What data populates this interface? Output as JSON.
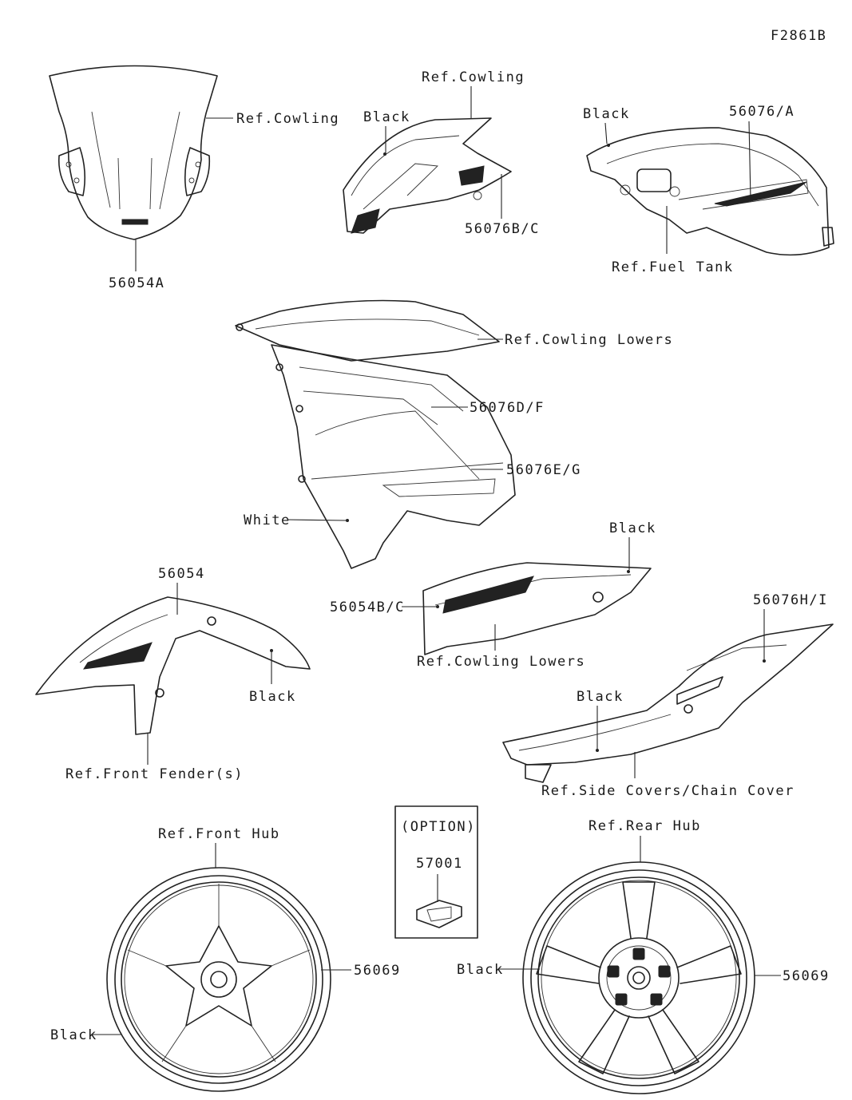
{
  "figure_id": "F2861B",
  "windscreen": {
    "ref": "Ref.Cowling",
    "part": "56054A"
  },
  "upper_cowl": {
    "ref": "Ref.Cowling",
    "color": "Black",
    "part": "56076B/C"
  },
  "fuel_tank": {
    "color": "Black",
    "part": "56076/A",
    "ref": "Ref.Fuel Tank"
  },
  "side_cowl": {
    "ref": "Ref.Cowling Lowers",
    "part_upper": "56076D/F",
    "part_lower": "56076E/G",
    "color": "White"
  },
  "front_fender": {
    "part": "56054",
    "color": "Black",
    "ref": "Ref.Front Fender(s)"
  },
  "under_cowl": {
    "color": "Black",
    "part": "56054B/C",
    "ref": "Ref.Cowling Lowers"
  },
  "tail_cover": {
    "part": "56076H/I",
    "color": "Black",
    "ref": "Ref.Side Covers/Chain Cover"
  },
  "option_box": {
    "title": "(OPTION)",
    "part": "57001"
  },
  "front_wheel": {
    "ref": "Ref.Front Hub",
    "part": "56069",
    "color": "Black"
  },
  "rear_wheel": {
    "ref": "Ref.Rear Hub",
    "part": "56069",
    "color": "Black"
  }
}
